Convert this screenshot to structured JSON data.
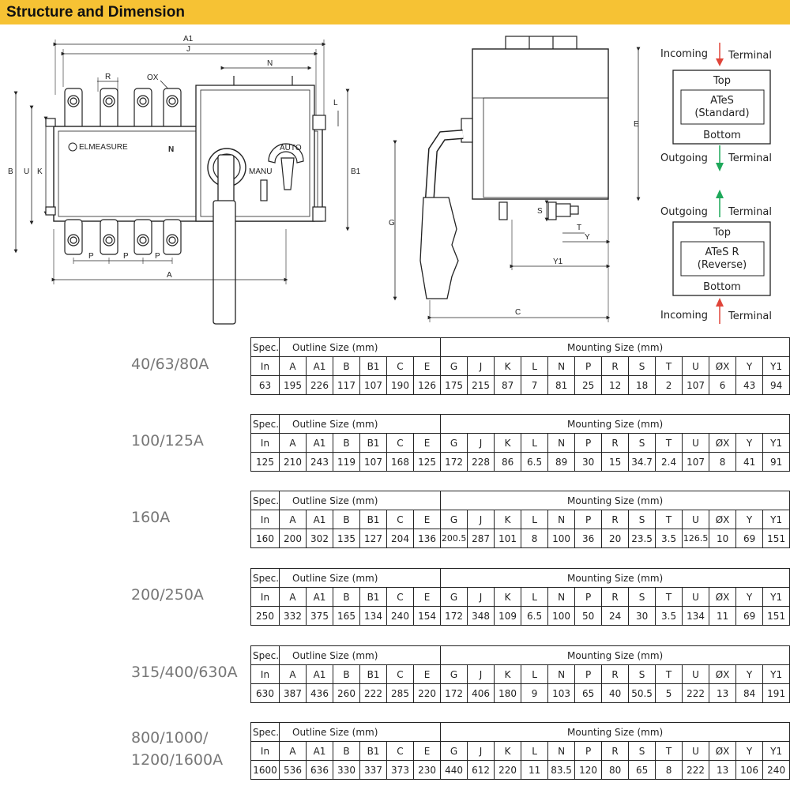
{
  "header": {
    "title": "Structure and Dimension"
  },
  "drawing": {
    "front_view": {
      "logo_text": "ELMEASURE",
      "neutral_mark": "N",
      "manual_label": "MANU",
      "auto_label": "AUTO",
      "dims": {
        "A1": "A1",
        "J": "J",
        "N": "N",
        "R": "R",
        "OX": "OX",
        "L": "L",
        "B": "B",
        "U": "U",
        "K": "K",
        "B1": "B1",
        "P": "P",
        "A": "A"
      }
    },
    "side_view": {
      "dims": {
        "E": "E",
        "G": "G",
        "S": "S",
        "T": "T",
        "Y": "Y",
        "Y1": "Y1",
        "C": "C"
      }
    },
    "standard_diagram": {
      "incoming": "Incoming",
      "terminal": "Terminal",
      "top": "Top",
      "model": "ATeS",
      "model_sub": "(Standard)",
      "bottom": "Bottom",
      "outgoing": "Outgoing"
    },
    "reverse_diagram": {
      "outgoing": "Outgoing",
      "terminal": "Terminal",
      "top": "Top",
      "model": "ATeS R",
      "model_sub": "(Reverse)",
      "bottom": "Bottom",
      "incoming": "Incoming"
    },
    "colors": {
      "red_arrow": "#e0453a",
      "green_arrow": "#1ea85a",
      "header": "#f6c234"
    }
  },
  "tables": {
    "spec_label": "Spec.",
    "outline_label": "Outline Size (mm)",
    "mounting_label": "Mounting Size (mm)",
    "columns": [
      "In",
      "A",
      "A1",
      "B",
      "B1",
      "C",
      "E",
      "G",
      "J",
      "K",
      "L",
      "N",
      "P",
      "R",
      "S",
      "T",
      "U",
      "ØX",
      "Y",
      "Y1"
    ],
    "blocks": [
      {
        "label": "40/63/80A",
        "values": [
          "63",
          "195",
          "226",
          "117",
          "107",
          "190",
          "126",
          "175",
          "215",
          "87",
          "7",
          "81",
          "25",
          "12",
          "18",
          "2",
          "107",
          "6",
          "43",
          "94"
        ]
      },
      {
        "label": "100/125A",
        "values": [
          "125",
          "210",
          "243",
          "119",
          "107",
          "168",
          "125",
          "172",
          "228",
          "86",
          "6.5",
          "89",
          "30",
          "15",
          "34.7",
          "2.4",
          "107",
          "8",
          "41",
          "91"
        ]
      },
      {
        "label": "160A",
        "values": [
          "160",
          "200",
          "302",
          "135",
          "127",
          "204",
          "136",
          "200.5",
          "287",
          "101",
          "8",
          "100",
          "36",
          "20",
          "23.5",
          "3.5",
          "126.5",
          "10",
          "69",
          "151"
        ]
      },
      {
        "label": "200/250A",
        "values": [
          "250",
          "332",
          "375",
          "165",
          "134",
          "240",
          "154",
          "172",
          "348",
          "109",
          "6.5",
          "100",
          "50",
          "24",
          "30",
          "3.5",
          "134",
          "11",
          "69",
          "151"
        ]
      },
      {
        "label": "315/400/630A",
        "values": [
          "630",
          "387",
          "436",
          "260",
          "222",
          "285",
          "220",
          "172",
          "406",
          "180",
          "9",
          "103",
          "65",
          "40",
          "50.5",
          "5",
          "222",
          "13",
          "84",
          "191"
        ]
      },
      {
        "label": "800/1000/\n1200/1600A",
        "values": [
          "1600",
          "536",
          "636",
          "330",
          "337",
          "373",
          "230",
          "440",
          "612",
          "220",
          "11",
          "83.5",
          "120",
          "80",
          "65",
          "8",
          "222",
          "13",
          "106",
          "240"
        ]
      }
    ]
  }
}
